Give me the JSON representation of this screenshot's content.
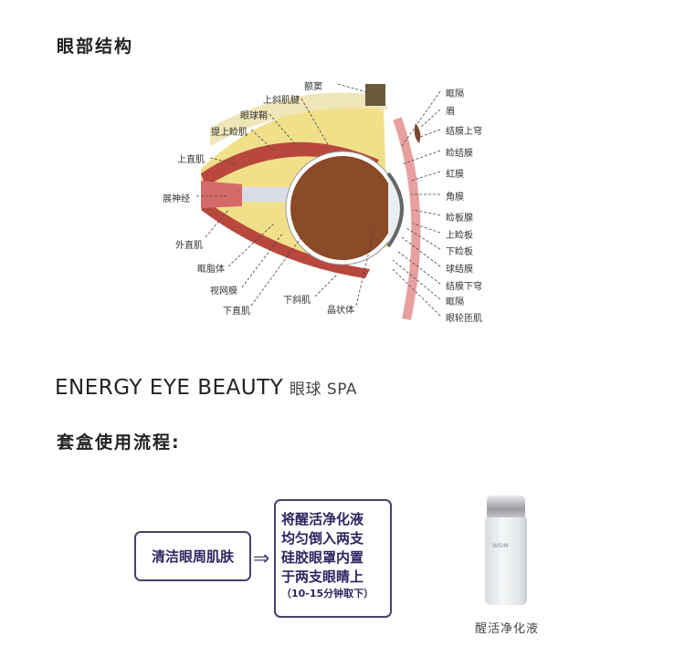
{
  "section1_title": "眼部结构",
  "diagram_labels": {
    "top": [
      "额窦",
      "上斜肌腱",
      "眼球鞘",
      "提上睑肌"
    ],
    "left": [
      "上直肌",
      "展神经",
      "外直肌",
      "眶脂体",
      "视网膜",
      "下直肌"
    ],
    "bottom": [
      "下斜肌",
      "晶状体"
    ],
    "right": [
      "眶隔",
      "眉",
      "结膜上穹",
      "睑结膜",
      "虹膜",
      "角膜",
      "睑板腺",
      "上睑板",
      "下睑板",
      "球结膜",
      "结膜下穹",
      "眶隔",
      "眼轮匝肌"
    ]
  },
  "brand": {
    "name": "ENERGY EYE BEAUTY",
    "suffix": "眼球 SPA"
  },
  "section2_title": "套盒使用流程:",
  "steps": {
    "step1": "清洁眼周肌肤",
    "arrow": "⇒",
    "step2_lines": [
      "将醒活净化液",
      "均匀倒入两支",
      "硅胶眼罩内置",
      "于两支眼睛上"
    ],
    "step2_note": "（10-15分钟取下）"
  },
  "product": {
    "bottle_brand": "WIDM",
    "caption": "醒活净化液"
  }
}
